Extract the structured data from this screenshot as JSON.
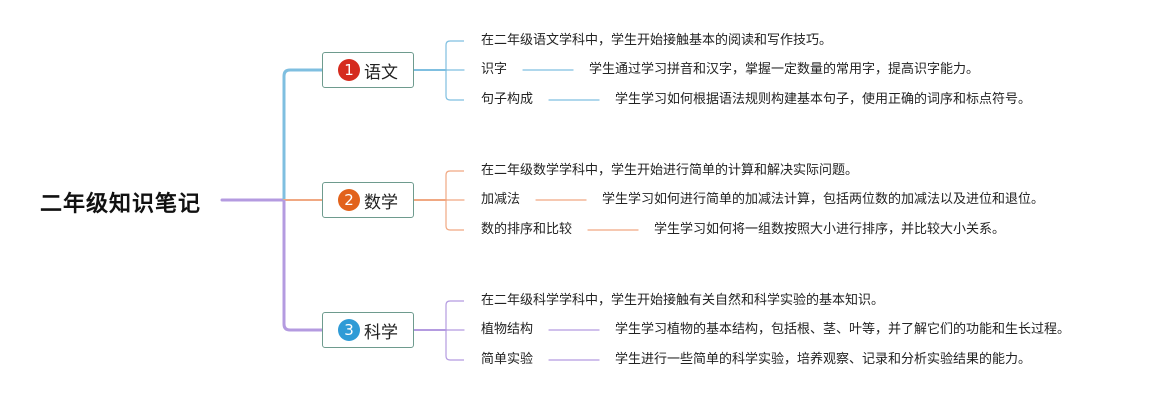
{
  "root": {
    "title": "二年级知识笔记"
  },
  "branches": [
    {
      "label": "语文",
      "number": "1",
      "color": "#7fbfe0",
      "badge_color": "#d52b1e",
      "intro": "在二年级语文学科中，学生开始接触基本的阅读和写作技巧。",
      "items": [
        {
          "topic": "识字",
          "desc": "学生通过学习拼音和汉字，掌握一定数量的常用字，提高识字能力。"
        },
        {
          "topic": "句子构成",
          "desc": "学生学习如何根据语法规则构建基本句子，使用正确的词序和标点符号。"
        }
      ]
    },
    {
      "label": "数学",
      "number": "2",
      "color": "#f0a882",
      "badge_color": "#e2621b",
      "intro": "在二年级数学学科中，学生开始进行简单的计算和解决实际问题。",
      "items": [
        {
          "topic": "加减法",
          "desc": "学生学习如何进行简单的加减法计算，包括两位数的加减法以及进位和退位。"
        },
        {
          "topic": "数的排序和比较",
          "desc": "学生学习如何将一组数按照大小进行排序，并比较大小关系。"
        }
      ]
    },
    {
      "label": "科学",
      "number": "3",
      "color": "#b49be0",
      "badge_color": "#2f9bd6",
      "intro": "在二年级科学学科中，学生开始接触有关自然和科学实验的基本知识。",
      "items": [
        {
          "topic": "植物结构",
          "desc": "学生学习植物的基本结构，包括根、茎、叶等，并了解它们的功能和生长过程。"
        },
        {
          "topic": "简单实验",
          "desc": "学生进行一些简单的科学实验，培养观察、记录和分析实验结果的能力。"
        }
      ]
    }
  ],
  "root_line_color": "#b49be0"
}
